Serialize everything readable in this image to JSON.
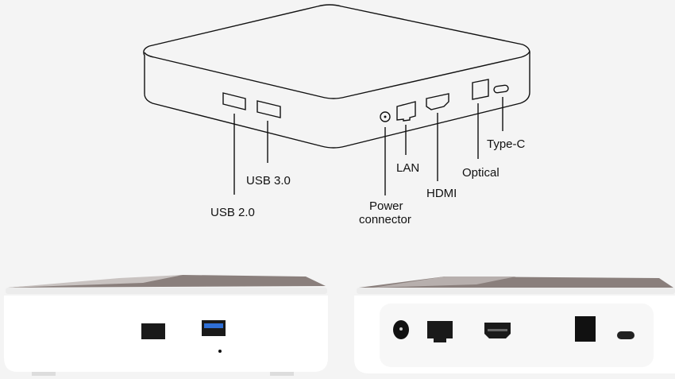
{
  "diagram": {
    "labels": {
      "usb2": "USB 2.0",
      "usb3": "USB 3.0",
      "power_line1": "Power",
      "power_line2": "connector",
      "lan": "LAN",
      "hdmi": "HDMI",
      "optical": "Optical",
      "typec": "Type-C"
    }
  },
  "colors": {
    "background": "#f4f4f4",
    "device_body": "#ffffff",
    "device_top": "#8a7f7c",
    "usb3_blue": "#2f6fd6",
    "port_black": "#111111"
  }
}
